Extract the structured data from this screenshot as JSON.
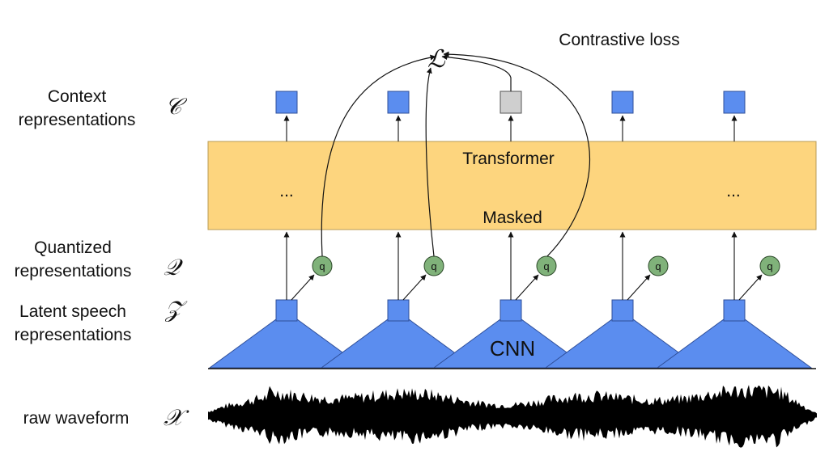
{
  "labels": {
    "context": [
      "Context",
      "representations"
    ],
    "quantized": [
      "Quantized",
      "representations"
    ],
    "latent": [
      "Latent speech",
      "representations"
    ],
    "waveform": "raw waveform"
  },
  "symbols": {
    "context": "𝒞",
    "quantized": "𝒬",
    "latent": "𝒵",
    "waveform": "𝒳",
    "loss": "ℒ"
  },
  "blocks": {
    "transformer": "Transformer",
    "masked": "Masked",
    "ellipsis_left": "...",
    "ellipsis_right": "...",
    "cnn": "CNN"
  },
  "contrastive_loss": "Contrastive loss",
  "quantizer_label": "q",
  "colors": {
    "blue": "#5b8def",
    "gray": "#cfcfcf",
    "transformer": "#fdd57e",
    "green": "#80b27a",
    "waveform": "#000000"
  },
  "context_boxes": [
    "blue",
    "blue",
    "gray",
    "blue",
    "blue"
  ]
}
